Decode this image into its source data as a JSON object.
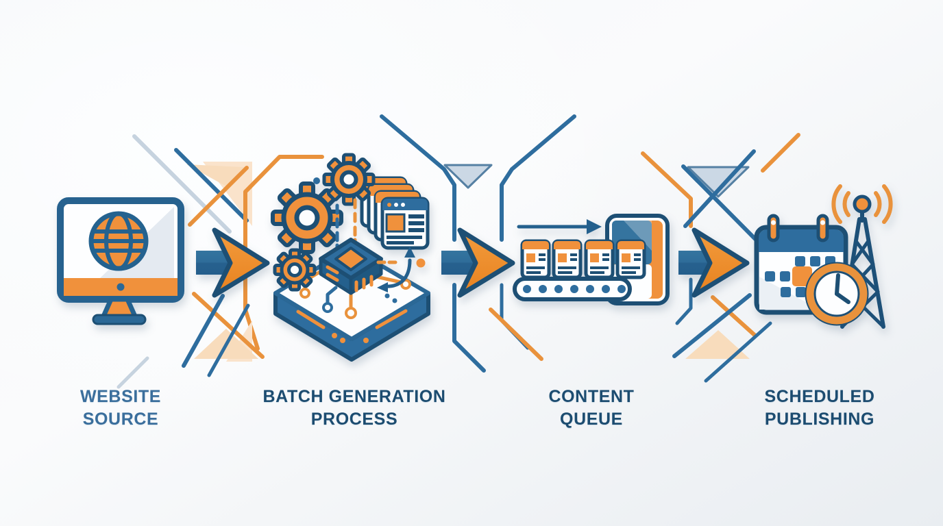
{
  "diagram": {
    "type": "process-flow",
    "flow_direction": "left-to-right",
    "stages": [
      {
        "id": "website-source",
        "label_line1": "WEBSITE",
        "label_line2": "SOURCE",
        "icon": "monitor-globe-icon"
      },
      {
        "id": "batch-generation-process",
        "label_line1": "BATCH GENERATION",
        "label_line2": "PROCESS",
        "icon": "gears-chip-document-stack-icon"
      },
      {
        "id": "content-queue",
        "label_line1": "CONTENT",
        "label_line2": "QUEUE",
        "icon": "document-conveyor-tablet-icon"
      },
      {
        "id": "scheduled-publishing",
        "label_line1": "SCHEDULED",
        "label_line2": "PUBLISHING",
        "icon": "calendar-clock-broadcast-tower-icon"
      }
    ],
    "connectors": [
      {
        "from": "website-source",
        "to": "batch-generation-process",
        "style": "chevron-arrow-right"
      },
      {
        "from": "batch-generation-process",
        "to": "content-queue",
        "style": "chevron-arrow-right"
      },
      {
        "from": "content-queue",
        "to": "scheduled-publishing",
        "style": "chevron-arrow-right"
      }
    ]
  },
  "colors": {
    "orange": "#F0913C",
    "orange_line": "#E9923C",
    "orange_pale": "#F8DCBC",
    "navy": "#1D4F74",
    "blue": "#2E6D9E",
    "blue_pale": "#CBD8E5",
    "steel_line": "#C6D3DF",
    "label_dark": "#1C4C70",
    "label_light": "#3A6E9C",
    "background_start": "#FAFBFD",
    "background_end": "#E9EDF2"
  }
}
